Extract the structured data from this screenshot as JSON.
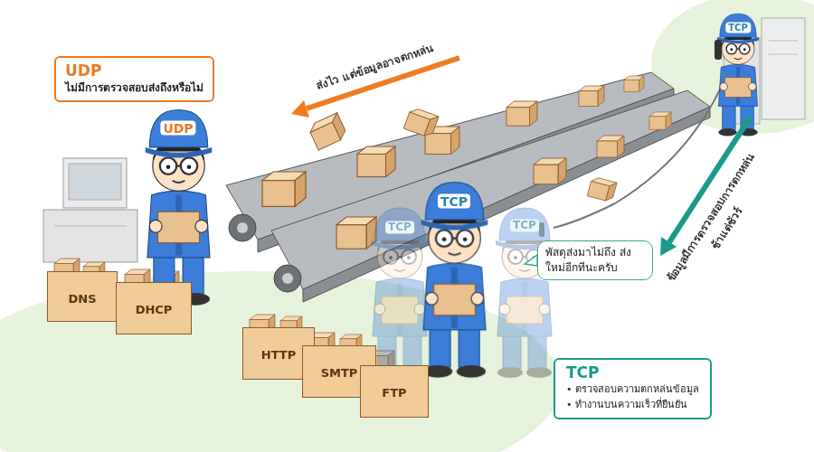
{
  "diagram": {
    "nodes": [
      {
        "text": [
          "UDP",
          "ไม่มีการตรวจสอบส่งถึงหรือไม่"
        ]
      },
      {
        "text": [
          "DNS"
        ]
      },
      {
        "text": [
          "DHCP"
        ]
      },
      {
        "text": [
          "HTTP"
        ]
      },
      {
        "text": [
          "SMTP"
        ]
      },
      {
        "text": [
          "FTP"
        ]
      },
      {
        "text": [
          "พัสดุส่งมาไม่ถึง ส่งใหม่อีกทีนะครับ"
        ]
      },
      {
        "text": [
          "TCP",
          "• ตรวจสอบความตกหล่นข้อมูล",
          "• ทำงานบนความเร็วที่ยืนยัน"
        ]
      }
    ],
    "labels": [
      "ส่งไว แต่ข้อมูลอาจตกหล่น",
      "TCP",
      "UDP",
      "TCP",
      "TCP",
      "TCP",
      "ข้อมูลมีการตรวจสอบการตกหล่น",
      "ช้าแต่ชัวร์"
    ]
  }
}
